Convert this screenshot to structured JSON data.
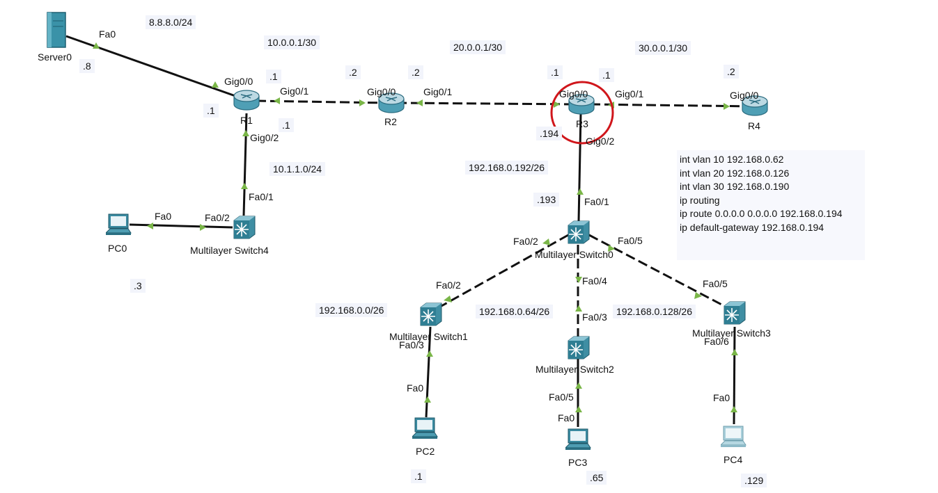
{
  "devices": {
    "server0": "Server0",
    "r1": "R1",
    "r2": "R2",
    "r3": "R3",
    "r4": "R4",
    "pc0": "PC0",
    "pc2": "PC2",
    "pc3": "PC3",
    "pc4": "PC4",
    "msw4": "Multilayer Switch4",
    "msw0": "Multilayer Switch0",
    "msw1": "Multilayer Switch1",
    "msw2": "Multilayer Switch2",
    "msw3": "Multilayer Switch3"
  },
  "ports": {
    "server0_fa0": "Fa0",
    "r1_g00": "Gig0/0",
    "r1_g01": "Gig0/1",
    "r1_g02": "Gig0/2",
    "r2_g00": "Gig0/0",
    "r2_g01": "Gig0/1",
    "r3_g00": "Gig0/0",
    "r3_g01": "Gig0/1",
    "r3_g02": "Gig0/2",
    "r4_g00": "Gig0/0",
    "msw4_fa01": "Fa0/1",
    "msw4_fa02": "Fa0/2",
    "pc0_fa0": "Fa0",
    "msw0_fa01": "Fa0/1",
    "msw0_fa02": "Fa0/2",
    "msw0_fa04": "Fa0/4",
    "msw0_fa05": "Fa0/5",
    "msw1_fa02": "Fa0/2",
    "msw1_fa03": "Fa0/3",
    "pc2_fa0": "Fa0",
    "msw2_fa03": "Fa0/3",
    "msw2_fa05": "Fa0/5",
    "pc3_fa0": "Fa0",
    "msw3_fa05": "Fa0/5",
    "msw3_fa06": "Fa0/6",
    "pc4_fa0": "Fa0"
  },
  "addresses": {
    "server_net": "8.8.8.0/24",
    "server_host": ".8",
    "r1_server_side": ".1",
    "r1_r2_net": "10.0.0.1/30",
    "r1_g01_host": ".1",
    "r2_g00_host": ".2",
    "r2_g01_host": ".2",
    "r2_r3_net": "20.0.0.1/30",
    "r3_g00_host": ".1",
    "r3_g01_host": ".1",
    "r3_r4_net": "30.0.0.1/30",
    "r4_host": ".2",
    "r1_g02_host": ".1",
    "r1_msw4_net": "10.1.1.0/24",
    "pc0_host": ".3",
    "r3_g02_host": ".194",
    "r3_msw0_net": "192.168.0.192/26",
    "msw0_host": ".193",
    "vlan10_net": "192.168.0.0/26",
    "vlan20_net": "192.168.0.64/26",
    "vlan30_net": "192.168.0.128/26",
    "pc2_host": ".1",
    "pc3_host": ".65",
    "pc4_host": ".129"
  },
  "config_note": [
    "int vlan 10 192.168.0.62",
    "int vlan 20 192.168.0.126",
    "int vlan 30 192.168.0.190",
    "ip routing",
    "ip route 0.0.0.0 0.0.0.0 192.168.0.194",
    "ip default-gateway 192.168.0.194"
  ],
  "colors": {
    "link": "#111111",
    "link_up_arrow": "#7ab648",
    "highlight_circle": "#d0161b",
    "device_teal": "#2e8fa6",
    "note_bg": "#f7f8fd"
  }
}
